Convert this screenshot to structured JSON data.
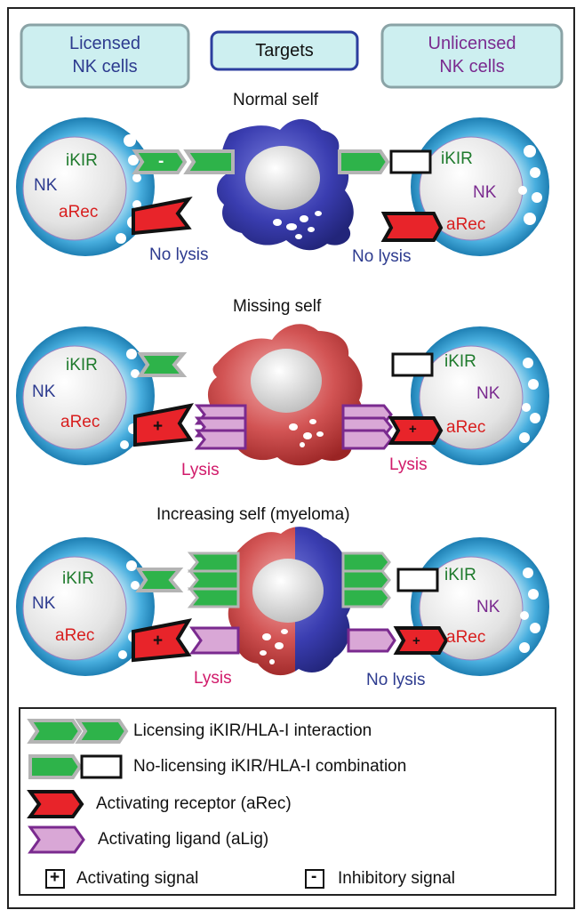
{
  "headers": {
    "licensed": "Licensed\nNK cells",
    "targets": "Targets",
    "unlicensed": "Unlicensed\nNK cells"
  },
  "scenarios": [
    {
      "title": "Normal self",
      "left": {
        "ikir": "iKIR",
        "nk": "NK",
        "arec": "aRec",
        "outcome": "No lysis",
        "signal": "-"
      },
      "right": {
        "ikir": "iKIR",
        "nk": "NK",
        "arec": "aRec",
        "outcome": "No lysis"
      }
    },
    {
      "title": "Missing self",
      "left": {
        "ikir": "iKIR",
        "nk": "NK",
        "arec": "aRec",
        "outcome": "Lysis",
        "signal": "+"
      },
      "right": {
        "ikir": "iKIR",
        "nk": "NK",
        "arec": "aRec",
        "outcome": "Lysis",
        "signal": "+"
      }
    },
    {
      "title": "Increasing self (myeloma)",
      "left": {
        "ikir": "iKIR",
        "nk": "NK",
        "arec": "aRec",
        "outcome": "Lysis",
        "signal": "+"
      },
      "right": {
        "ikir": "iKIR",
        "nk": "NK",
        "arec": "aRec",
        "outcome": "No lysis",
        "signal": "+"
      }
    }
  ],
  "legend": {
    "licensing": "Licensing iKIR/HLA-I interaction",
    "no_licensing": "No-licensing iKIR/HLA-I combination",
    "activating_receptor": "Activating receptor (aRec)",
    "activating_ligand": "Activating ligand (aLig)",
    "activating_signal_symbol": "+",
    "activating_signal": "Activating signal",
    "inhibitory_signal_symbol": "-",
    "inhibitory_signal": "Inhibitory signal"
  },
  "colors": {
    "nk_cell": "#2f9bd0",
    "nucleus": "#e6e6e6",
    "target_normal": "#3b3fa8",
    "target_missing": "#c94848",
    "ikir_hla": "#2eb34a",
    "arec": "#e8242a",
    "alig": "#d9a7d6",
    "header_box": "#cdeff0"
  }
}
